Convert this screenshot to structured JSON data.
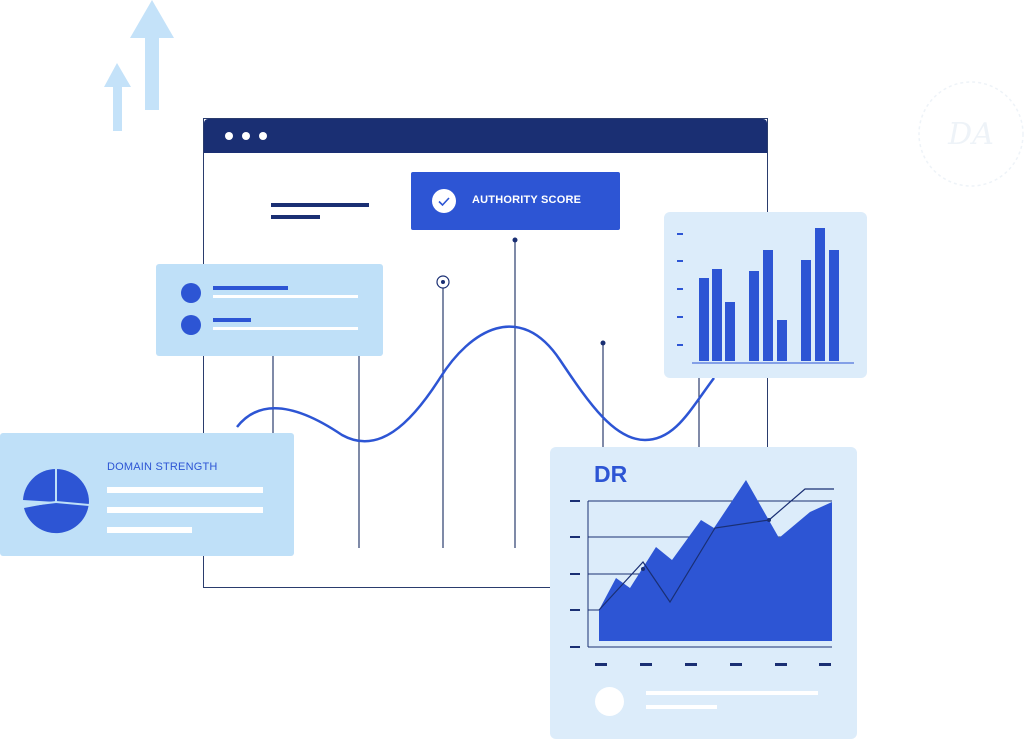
{
  "authority": {
    "label": "AUTHORITY SCORE"
  },
  "domain": {
    "label": "DOMAIN STRENGTH"
  },
  "dr": {
    "label": "DR"
  },
  "watermark": {
    "text": "DA"
  },
  "colors": {
    "navy": "#1a2f73",
    "blue": "#2d55d4",
    "light_blue": "#bfe0f8",
    "pale_blue": "#dcecfa",
    "arrow_blue": "#c4e2f9"
  },
  "icons": [
    "arrow-up-icon",
    "check-icon",
    "pie-chart-icon",
    "target-icon"
  ]
}
